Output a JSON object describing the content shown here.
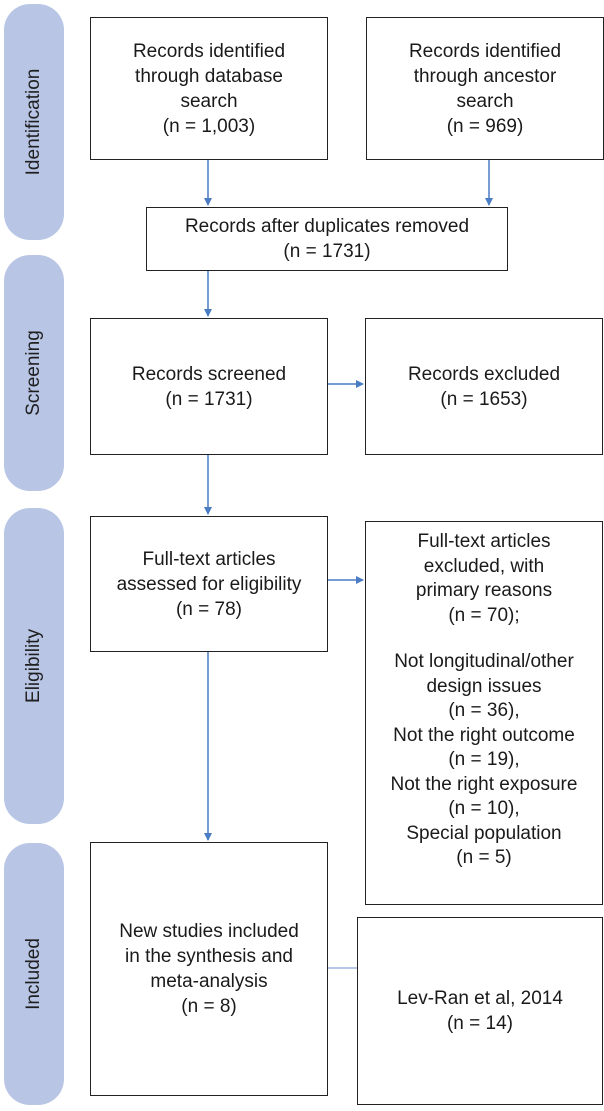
{
  "phases": {
    "identification": "Identification",
    "screening": "Screening",
    "eligibility": "Eligibility",
    "included": "Included"
  },
  "boxes": {
    "db_search": {
      "lines": [
        "Records identified",
        "through database",
        "search",
        "(n = 1,003)"
      ]
    },
    "ancestor_search": {
      "lines": [
        "Records identified",
        "through ancestor",
        "search",
        "(n = 969)"
      ]
    },
    "duplicates_removed": {
      "lines": [
        "Records after duplicates removed",
        "(n = 1731)"
      ]
    },
    "screened": {
      "lines": [
        "Records screened",
        "(n = 1731)"
      ]
    },
    "excluded": {
      "lines": [
        "Records excluded",
        "(n = 1653)"
      ]
    },
    "fulltext_assessed": {
      "lines": [
        "Full-text articles",
        "assessed for eligibility",
        "(n = 78)"
      ]
    },
    "fulltext_excluded": {
      "head": [
        "Full-text articles",
        "excluded, with",
        "primary reasons",
        "(n = 70);"
      ],
      "reasons": [
        "Not longitudinal/other",
        "design issues",
        "(n = 36),",
        "Not the right outcome",
        "(n = 19),",
        "Not the right exposure",
        "(n = 10),",
        "Special population",
        "(n = 5)"
      ]
    },
    "included_studies": {
      "lines": [
        "New studies included",
        "in the synthesis and",
        "meta-analysis",
        "(n = 8)"
      ]
    },
    "lev_ran": {
      "lines": [
        "Lev-Ran et al, 2014",
        "(n = 14)"
      ]
    }
  },
  "colors": {
    "phase_band": "#b8c5e4",
    "arrow": "#4a7cc4",
    "box_border": "#222222"
  }
}
